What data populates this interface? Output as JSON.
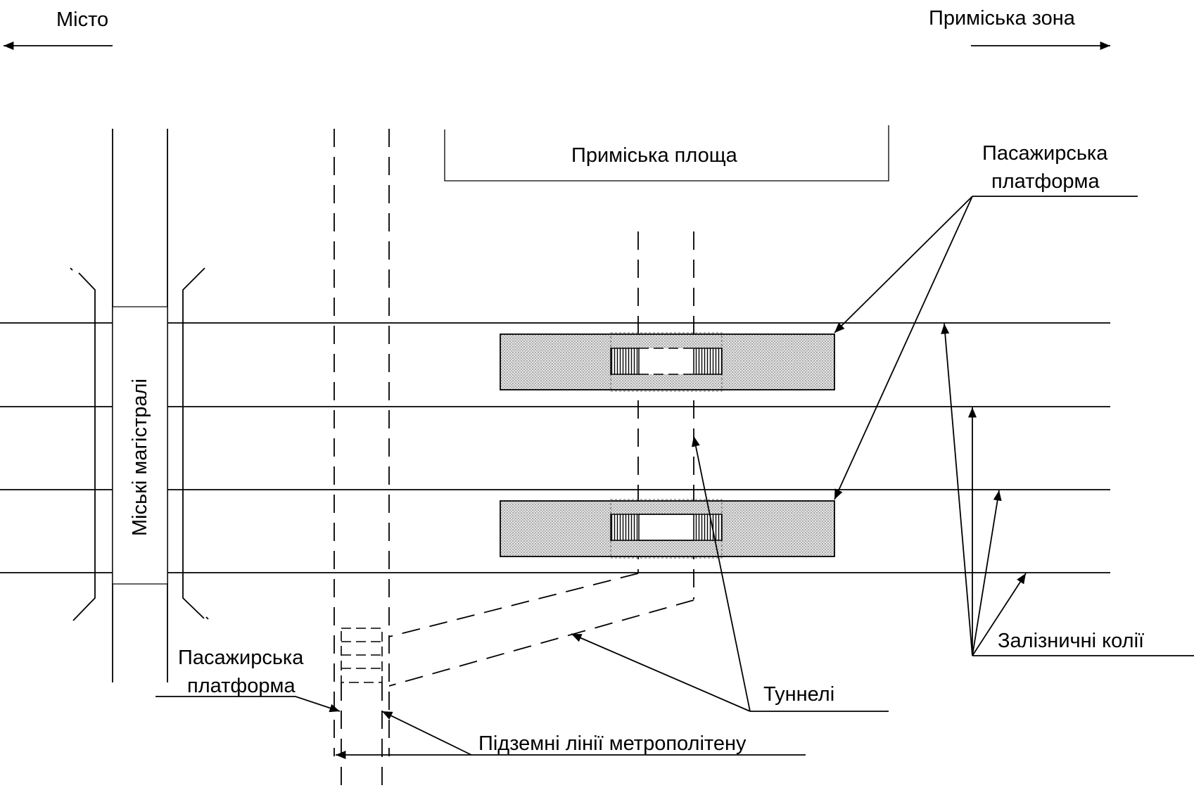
{
  "labels": {
    "city": "Місто",
    "suburban_zone": "Приміська зона",
    "suburban_square": "Приміська площа",
    "passenger_platform_top_line1": "Пасажирська",
    "passenger_platform_top_line2": "платформа",
    "city_highways": "Міські магістралі",
    "passenger_platform_bottom_line1": "Пасажирська",
    "passenger_platform_bottom_line2": "платформа",
    "tunnels": "Туннелі",
    "railway_tracks": "Залізничні колії",
    "metro_lines": "Підземні лінії метрополітену"
  },
  "colors": {
    "line": "#000000",
    "platform_fill": "#dedede",
    "background": "#ffffff"
  }
}
